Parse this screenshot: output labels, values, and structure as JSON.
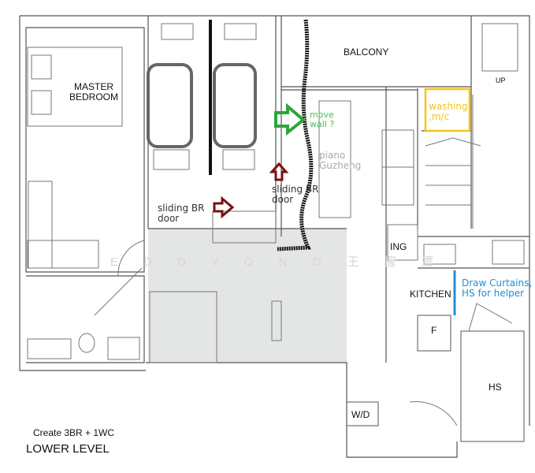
{
  "rooms": {
    "master_bedroom": [
      "MASTER",
      "BEDROOM"
    ],
    "balcony": "BALCONY",
    "up": "UP",
    "dining": "ING",
    "kitchen": "KITCHEN",
    "fridge": "F",
    "hs": "HS",
    "wd": "W/D"
  },
  "annotations": {
    "sliding_door_left": [
      "sliding BR",
      "door"
    ],
    "sliding_door_right": [
      "sliding BR",
      "door"
    ],
    "move_wall": [
      "move",
      "wall ?"
    ],
    "piano": [
      "piano",
      "Guzheng"
    ],
    "washing": [
      "washing",
      ",m/c"
    ],
    "curtains": [
      "Draw Curtains,",
      "HS for helper"
    ]
  },
  "watermark": "E D D Y   O N G   王 握 濃",
  "footer": {
    "note": "Create 3BR + 1WC",
    "level": "LOWER LEVEL"
  },
  "colors": {
    "green_arrow": "#2aa63a",
    "red_arrow": "#7a1010",
    "yellow_box": "#f5c518",
    "blue_line": "#1f8fd6",
    "gray_zone": "#e4e6e6"
  }
}
